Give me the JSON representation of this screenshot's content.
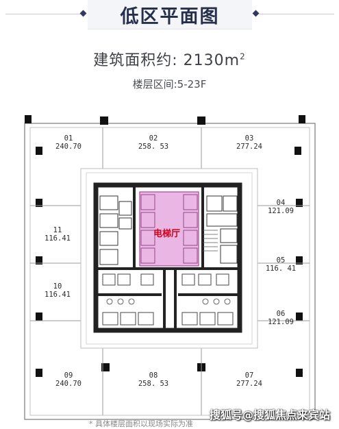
{
  "title": "低区平面图",
  "area_label": "建筑面积约: 2130m",
  "area_sup": "2",
  "floor_range": "楼层区间:5-23F",
  "elevator_hall": "电梯厅",
  "units": [
    {
      "id": "01",
      "area": "240.70"
    },
    {
      "id": "02",
      "area": "258. 53"
    },
    {
      "id": "03",
      "area": "277.24"
    },
    {
      "id": "04",
      "area": "121.09"
    },
    {
      "id": "05",
      "area": "116. 41"
    },
    {
      "id": "06",
      "area": "121.09"
    },
    {
      "id": "07",
      "area": "277.24"
    },
    {
      "id": "08",
      "area": "258. 53"
    },
    {
      "id": "09",
      "area": "240.70"
    },
    {
      "id": "10",
      "area": "116.41"
    },
    {
      "id": "11",
      "area": "116.41"
    }
  ],
  "footnote": "* 具体楼层面积以现场实际为准",
  "watermark": "搜狐号@搜狐焦点来宾站",
  "colors": {
    "elevator_fill": "#eab6e4",
    "elevator_stroke": "#b0409c",
    "header_bg": "#f4f5f8",
    "title": "#27304a"
  }
}
